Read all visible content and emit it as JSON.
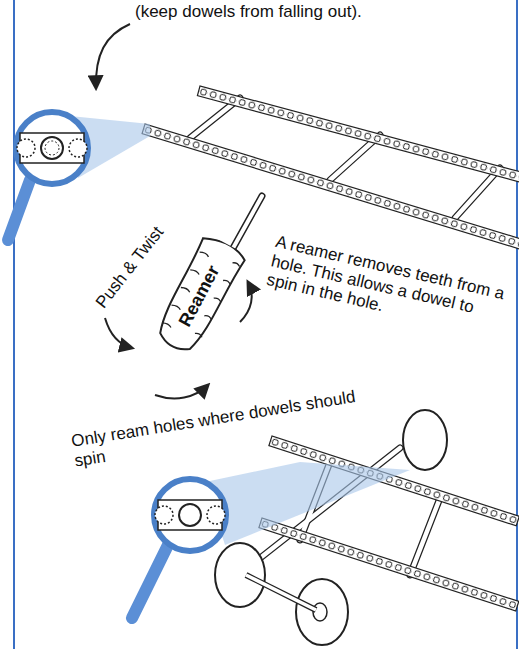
{
  "diagram": {
    "nodes": [
      {
        "text": [
          "Reamer"
        ]
      }
    ],
    "labels": [
      "(keep dowels from falling out).",
      "Push & Twist",
      "A reamer removes teeth from a hole. This allows a dowel to spin in the hole.",
      "Only ream holes where dowels should spin"
    ]
  }
}
